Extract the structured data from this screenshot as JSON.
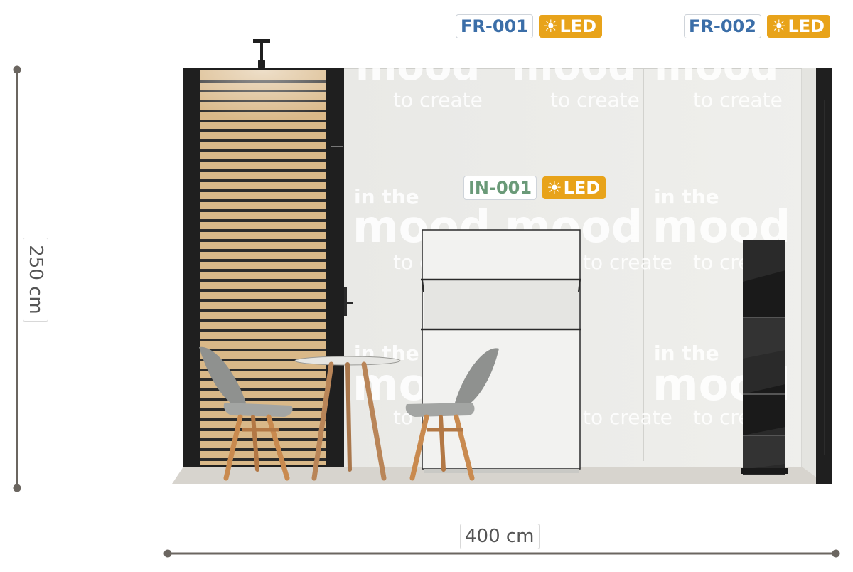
{
  "dimensions": {
    "height": "250 cm",
    "width": "400 cm"
  },
  "tags": [
    {
      "code": "FR-001",
      "led": "LED",
      "code_color": "#3b6ea8"
    },
    {
      "code": "FR-002",
      "led": "LED",
      "code_color": "#3b6ea8"
    },
    {
      "code": "IN-001",
      "led": "LED",
      "code_color": "#6a9a78"
    }
  ],
  "wall_graphic": {
    "line1": "in the",
    "line2": "mood",
    "line3": "to create"
  },
  "colors": {
    "led_badge": "#e8a31a",
    "frame": "#1f1f1f",
    "wall": "#ececea",
    "floor": "#d7d4ce",
    "wood": "#d9b888",
    "dimension_line": "#6b6660"
  }
}
